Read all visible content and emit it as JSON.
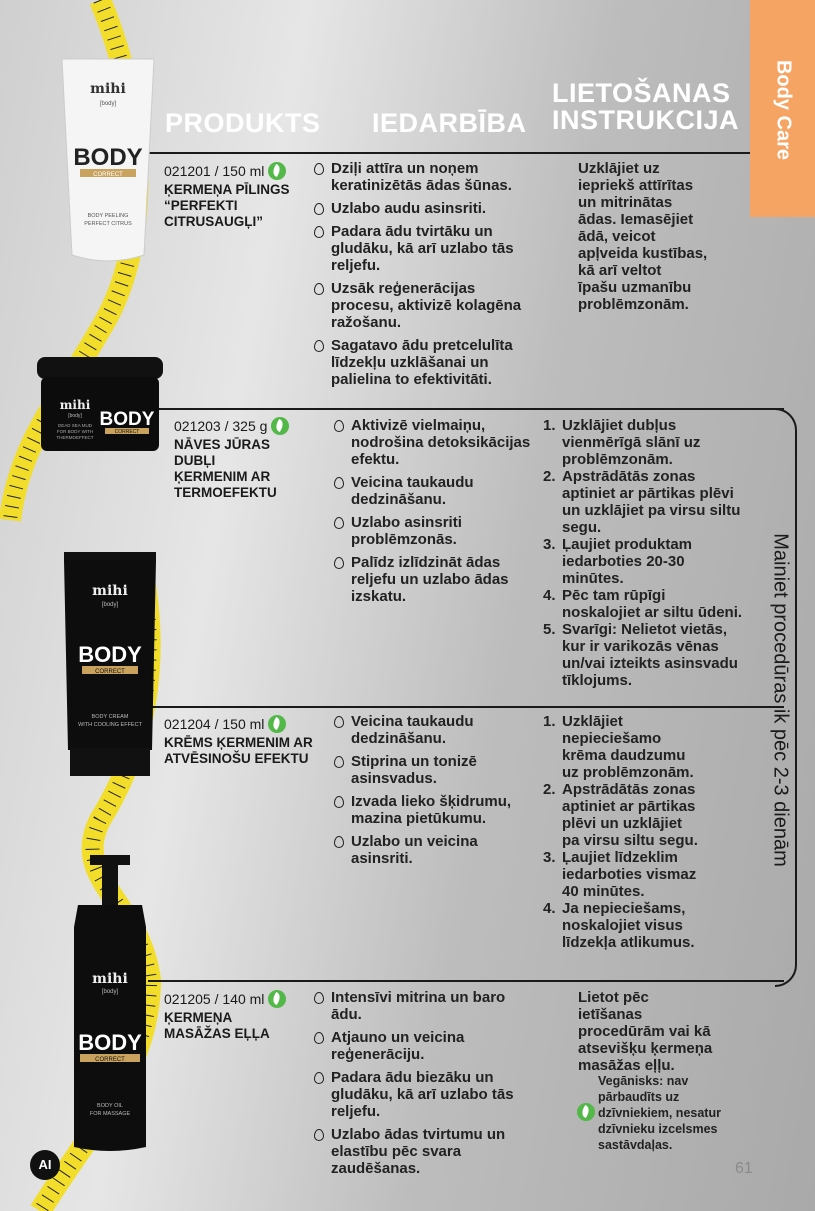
{
  "tab": {
    "label": "Body Care"
  },
  "headers": {
    "product": "PRODUKTS",
    "effect": "IEDARBĪBA",
    "instructions_1": "LIETOŠANAS",
    "instructions_2": "INSTRUKCIJA"
  },
  "products": [
    {
      "code": "021201 / 150 ml",
      "name": [
        "ĶERMEŅA PĪLINGS",
        "“PERFEKTI",
        "CITRUSAUGĻI”"
      ],
      "effects": [
        "Dziļi attīra un noņem keratinizētās ādas šūnas.",
        "Uzlabo audu asinsriti.",
        "Padara ādu tvirtāku un gludāku, kā arī uzlabo tās reljefu.",
        "Uzsāk reģenerācijas procesu, aktivizē kolagēna ražošanu.",
        "Sagatavo ādu pretcelulīta līdzekļu uzklāšanai un palielina to efektivitāti."
      ],
      "instructions": [
        "Uzklājiet uz",
        "iepriekš attīrītas",
        "un mitrinātas",
        "ādas. Iemasējiet",
        "ādā, veicot",
        "apļveida kustības,",
        "kā arī veltot",
        "īpašu uzmanību",
        "problēmzonām."
      ],
      "image": {
        "brand": "mihi",
        "sub": "[body]",
        "title": "BODY",
        "line": "CORRECT",
        "desc": [
          "BODY PEELING",
          "PERFECT CITRUS"
        ]
      }
    },
    {
      "code": "021203 / 325 g",
      "name": [
        "NĀVES JŪRAS DUBĻI",
        "ĶERMENIM AR",
        "TERMOEFEKTU"
      ],
      "effects": [
        "Aktivizē vielmaiņu, nodrošina detoksikācijas efektu.",
        "Veicina taukaudu dedzināšanu.",
        "Uzlabo asinsriti problēmzonās.",
        "Palīdz izlīdzināt ādas reljefu un uzlabo ādas izskatu."
      ],
      "steps": [
        {
          "n": "1.",
          "t": [
            "Uzklājiet dubļus",
            "vienmērīgā slānī uz",
            "problēmzonām."
          ]
        },
        {
          "n": "2.",
          "t": [
            "Apstrādātās zonas",
            "aptiniet ar pārtikas plēvi",
            "un uzklājiet pa virsu siltu",
            "segu."
          ]
        },
        {
          "n": "3.",
          "t": [
            "Ļaujiet produktam",
            "iedarboties 20-30",
            "minūtes."
          ]
        },
        {
          "n": "4.",
          "t": [
            "Pēc tam rūpīgi",
            "noskalojiet ar siltu ūdeni."
          ]
        },
        {
          "n": "5.",
          "t": [
            "Svarīgi: Nelietot vietās,",
            "kur ir varikozās vēnas",
            "un/vai izteikts asinsvadu",
            "tīklojums."
          ]
        }
      ],
      "image": {
        "brand": "mihi",
        "sub": "[body]",
        "title": "BODY",
        "line": "CORRECT",
        "desc": [
          "DEAD SEA MUD",
          "FOR BODY WITH",
          "THERMOEFFECT"
        ]
      }
    },
    {
      "code": "021204 / 150 ml",
      "name": [
        "KRĒMS ĶERMENIM AR",
        "ATVĒSINOŠU EFEKTU"
      ],
      "effects": [
        "Veicina taukaudu dedzināšanu.",
        "Stiprina un tonizē asinsvadus.",
        "Izvada lieko šķidrumu, mazina pietūkumu.",
        "Uzlabo un veicina asinsriti."
      ],
      "steps": [
        {
          "n": "1.",
          "t": [
            "Uzklājiet",
            "nepieciešamo",
            "krēma daudzumu",
            "uz problēmzonām."
          ]
        },
        {
          "n": "2.",
          "t": [
            "Apstrādātās zonas",
            "aptiniet ar pārtikas",
            "plēvi un uzklājiet",
            "pa virsu siltu segu."
          ]
        },
        {
          "n": "3.",
          "t": [
            "Ļaujiet līdzeklim",
            "iedarboties vismaz",
            "40 minūtes."
          ]
        },
        {
          "n": "4.",
          "t": [
            "Ja nepieciešams,",
            "noskalojiet visus",
            "līdzekļa atlikumus."
          ]
        }
      ],
      "image": {
        "brand": "mihi",
        "sub": "[body]",
        "title": "BODY",
        "line": "CORRECT",
        "desc": [
          "BODY CREAM",
          "WITH COOLING EFFECT"
        ]
      }
    },
    {
      "code": "021205 / 140 ml",
      "name": [
        "ĶERMEŅA",
        "MASĀŽAS EĻĻA"
      ],
      "effects": [
        "Intensīvi mitrina un baro ādu.",
        "Atjauno un veicina reģenerāciju.",
        "Padara ādu biezāku un gludāku, kā arī uzlabo tās reljefu.",
        "Uzlabo ādas tvirtumu un elastību pēc svara zaudēšanas."
      ],
      "instructions": [
        "Lietot pēc",
        "ietīšanas",
        "procedūrām vai kā",
        "atsevišķu ķermeņa",
        "masāžas eļļu."
      ],
      "image": {
        "brand": "mihi",
        "sub": "[body]",
        "title": "BODY",
        "line": "CORRECT",
        "desc": [
          "BODY OIL",
          "FOR MASSAGE"
        ]
      }
    }
  ],
  "side_note": "Mainiet procedūras ik pēc 2-3 dienām",
  "vegan_note": [
    "Vegānisks: nav",
    "pārbaudīts uz",
    "dzīvniekiem, nesatur",
    "dzīvnieku izcelsmes",
    "sastāvdaļas."
  ],
  "page_number": "61",
  "ai_badge": "AI",
  "colors": {
    "tab": "#f5a463",
    "leaf": "#52b848",
    "header": "#ffffff"
  }
}
